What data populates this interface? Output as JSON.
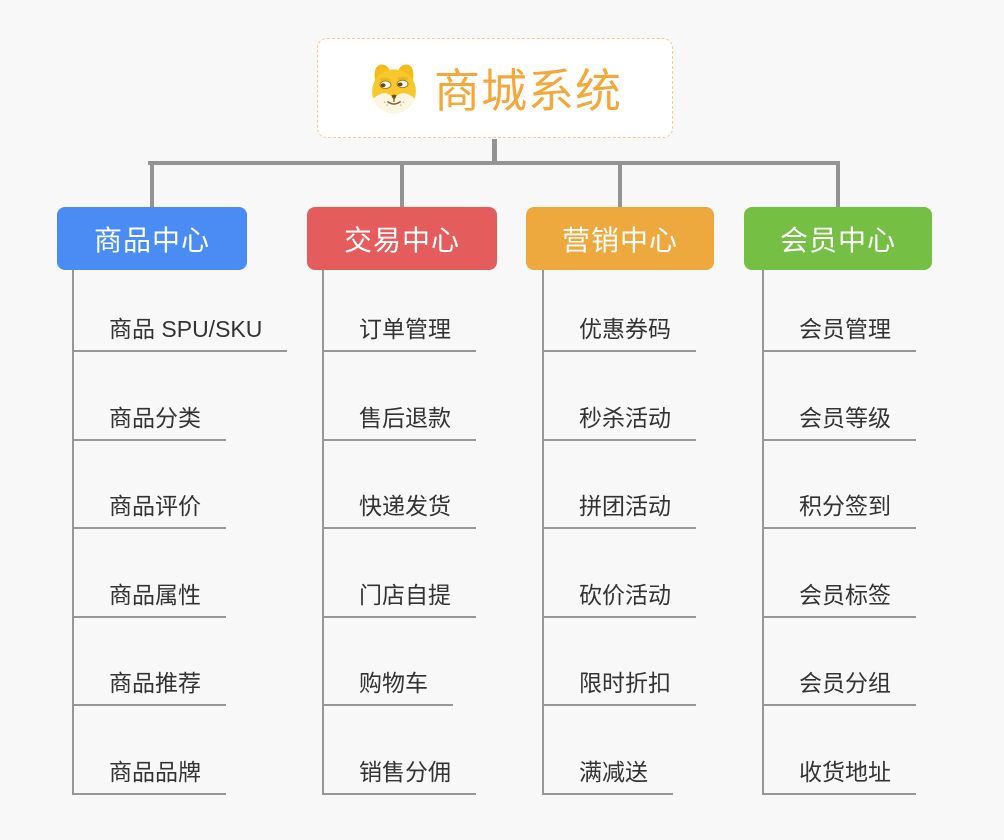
{
  "root": {
    "label": "商城系统",
    "icon": "doge-icon"
  },
  "branches": [
    {
      "key": "product-center",
      "label": "商品中心",
      "color": "#4A8CF3",
      "children": [
        "商品 SPU/SKU",
        "商品分类",
        "商品评价",
        "商品属性",
        "商品推荐",
        "商品品牌"
      ]
    },
    {
      "key": "trade-center",
      "label": "交易中心",
      "color": "#E45C5C",
      "children": [
        "订单管理",
        "售后退款",
        "快递发货",
        "门店自提",
        "购物车",
        "销售分佣"
      ]
    },
    {
      "key": "marketing-center",
      "label": "营销中心",
      "color": "#EDA83E",
      "children": [
        "优惠券码",
        "秒杀活动",
        "拼团活动",
        "砍价活动",
        "限时折扣",
        "满减送"
      ]
    },
    {
      "key": "member-center",
      "label": "会员中心",
      "color": "#74BF44",
      "children": [
        "会员管理",
        "会员等级",
        "积分签到",
        "会员标签",
        "会员分组",
        "收货地址"
      ]
    }
  ],
  "colors": {
    "background": "#F8F8F8",
    "connector": "#949494",
    "leaf_line": "#979797",
    "leaf_text": "#333333",
    "node_text": "#FFFFFF",
    "root_text": "#F2A83C",
    "root_border": "#F5CB90",
    "root_bg": "#FFFFFF"
  }
}
